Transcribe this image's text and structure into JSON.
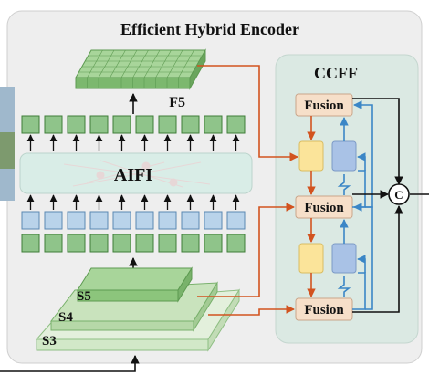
{
  "title": "Efficient Hybrid Encoder",
  "aifi_label": "AIFI",
  "f5_label": "F5",
  "ccff_label": "CCFF",
  "fusion_label": "Fusion",
  "concat_label": "C",
  "stages": {
    "s3": "S3",
    "s4": "S4",
    "s5": "S5"
  },
  "token_count": 10,
  "colors": {
    "panel_bg": "#eeeeee",
    "ccff_bg": "#dbe9e3",
    "aifi_fill": "#d9ede7",
    "token_green": "#8fc48a",
    "token_blue": "#b9d3ea",
    "fusion_fill": "#f6dfc9",
    "yellow_block": "#fbe49a",
    "blue_block": "#a9c2e6",
    "arrow_red": "#d2531f",
    "arrow_blue": "#3b86c6",
    "arrow_black": "#111111"
  }
}
